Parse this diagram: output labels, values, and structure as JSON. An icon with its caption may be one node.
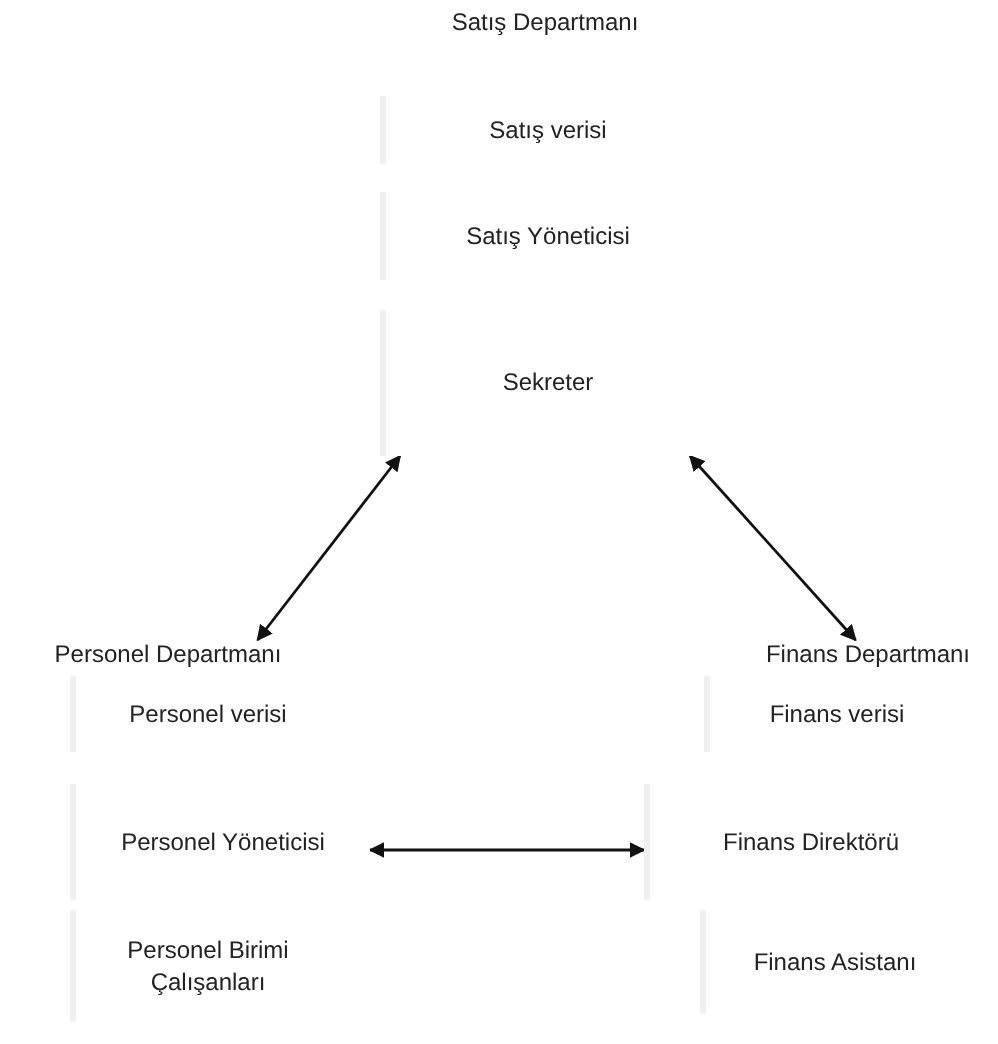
{
  "diagram": {
    "nodes": [
      {
        "text": [
          "Satış Departmanı"
        ]
      },
      {
        "text": [
          "Satış verisi"
        ]
      },
      {
        "text": [
          "Satış Yöneticisi"
        ]
      },
      {
        "text": [
          "Sekreter"
        ]
      },
      {
        "text": [
          "Personel Departmanı"
        ]
      },
      {
        "text": [
          "Personel verisi"
        ]
      },
      {
        "text": [
          "Personel Yöneticisi"
        ]
      },
      {
        "text": [
          "Personel Birimi Çalışanları"
        ]
      },
      {
        "text": [
          "Finans Departmanı"
        ]
      },
      {
        "text": [
          "Finans verisi"
        ]
      },
      {
        "text": [
          "Finans Direktörü"
        ]
      },
      {
        "text": [
          "Finans Asistanı"
        ]
      }
    ],
    "edges": [
      {
        "from": 3,
        "to": 4,
        "arrow": "both"
      },
      {
        "from": 3,
        "to": 8,
        "arrow": "both"
      },
      {
        "from": 6,
        "to": 10,
        "arrow": "both"
      }
    ]
  }
}
